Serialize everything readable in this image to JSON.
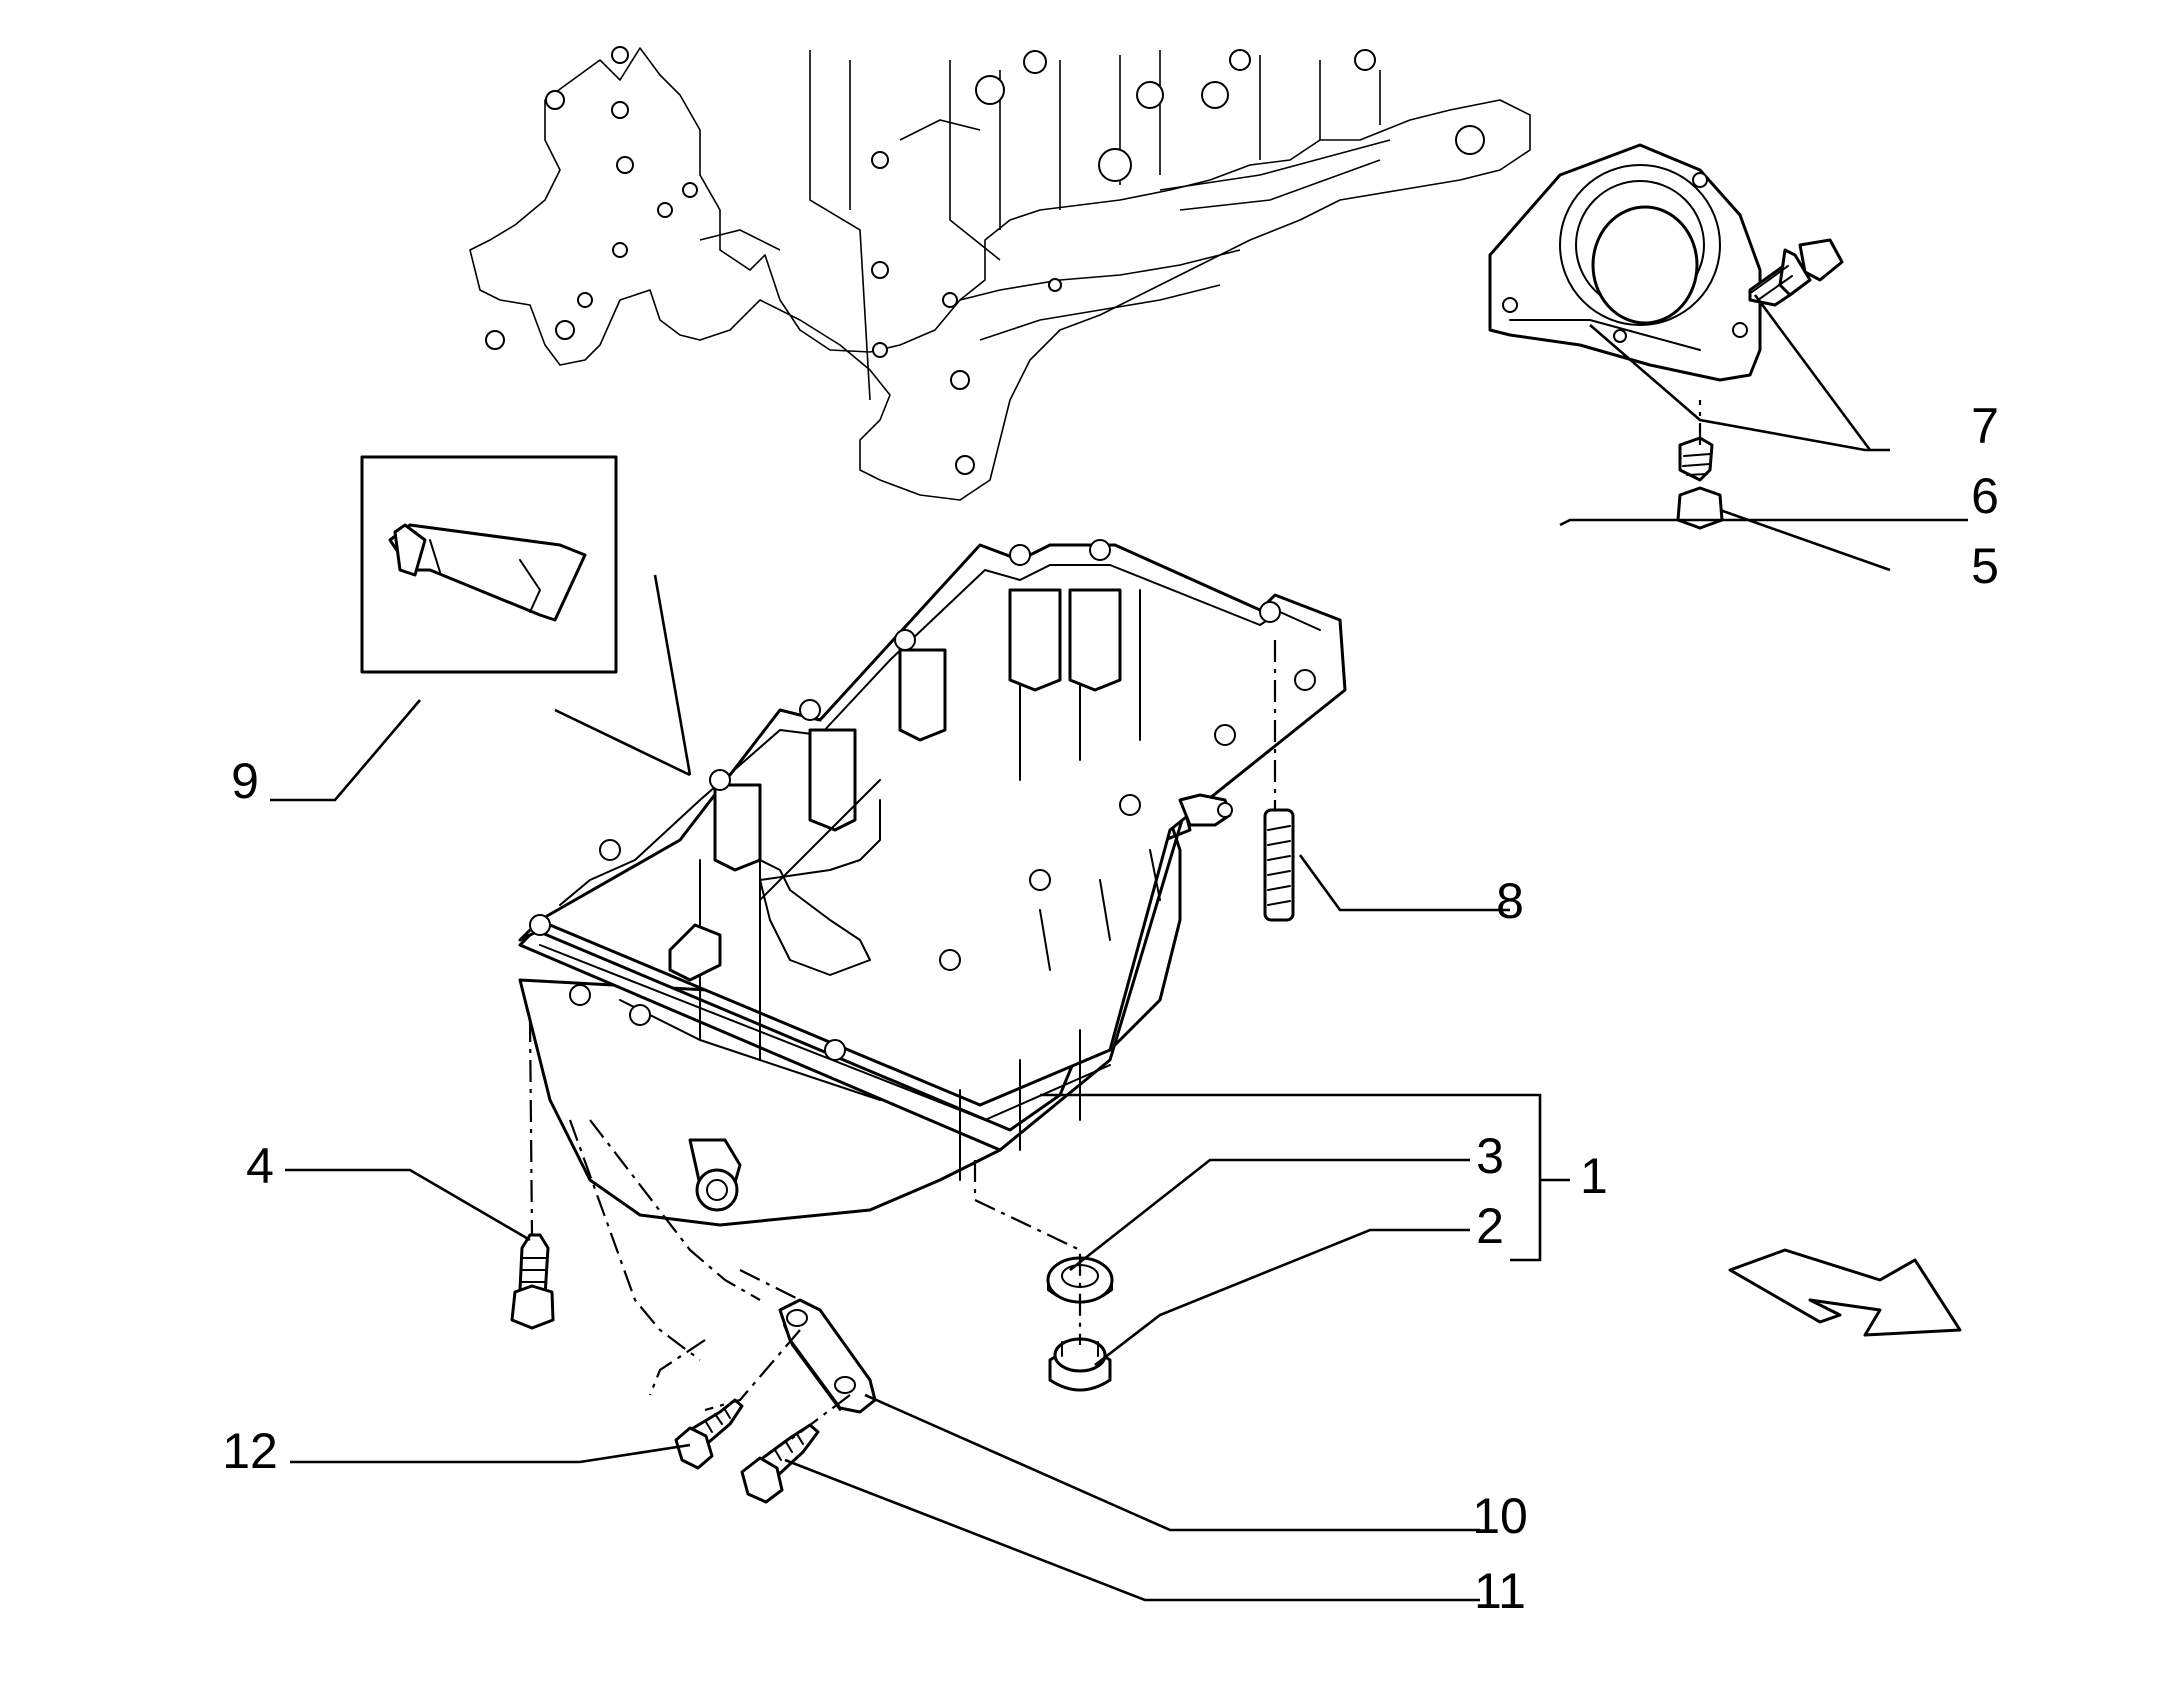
{
  "callouts": {
    "c1": "1",
    "c2": "2",
    "c3": "3",
    "c4": "4",
    "c5": "5",
    "c6": "6",
    "c7": "7",
    "c8": "8",
    "c9": "9",
    "c10": "10",
    "c11": "11",
    "c12": "12"
  },
  "icons": {
    "direction": "arrow-icon",
    "sealant": "sealant-tube-icon"
  },
  "colors": {
    "line": "#000000",
    "background": "#ffffff"
  }
}
